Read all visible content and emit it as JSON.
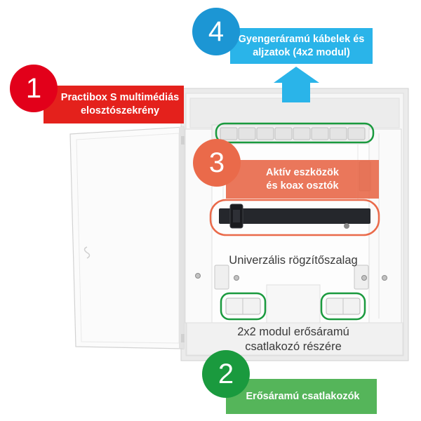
{
  "callouts": [
    {
      "number": "1",
      "lines": [
        "Practibox S multimédiás",
        "elosztószekrény"
      ],
      "circle_color": "#e2001a",
      "box_color": "#e4211c"
    },
    {
      "number": "2",
      "lines": [
        "Erősáramú csatlakozók"
      ],
      "circle_color": "#1a9a3e",
      "box_color": "#55b55a"
    },
    {
      "number": "3",
      "lines": [
        "Aktív eszközök",
        "és koax osztók"
      ],
      "circle_color": "#ea6a4a",
      "box_color": "#e8694a"
    },
    {
      "number": "4",
      "lines": [
        "Gyengeráramú kábelek és",
        "aljzatok (4x2 modul)"
      ],
      "circle_color": "#1c96d4",
      "box_color": "#2ab4e9"
    }
  ],
  "labels": {
    "strap": "Univerzális rögzítőszalag",
    "socket_space": [
      "2x2 modul erősáramú",
      "csatlakozó részére"
    ]
  },
  "icons": {
    "arrow": "arrow-up-icon"
  }
}
